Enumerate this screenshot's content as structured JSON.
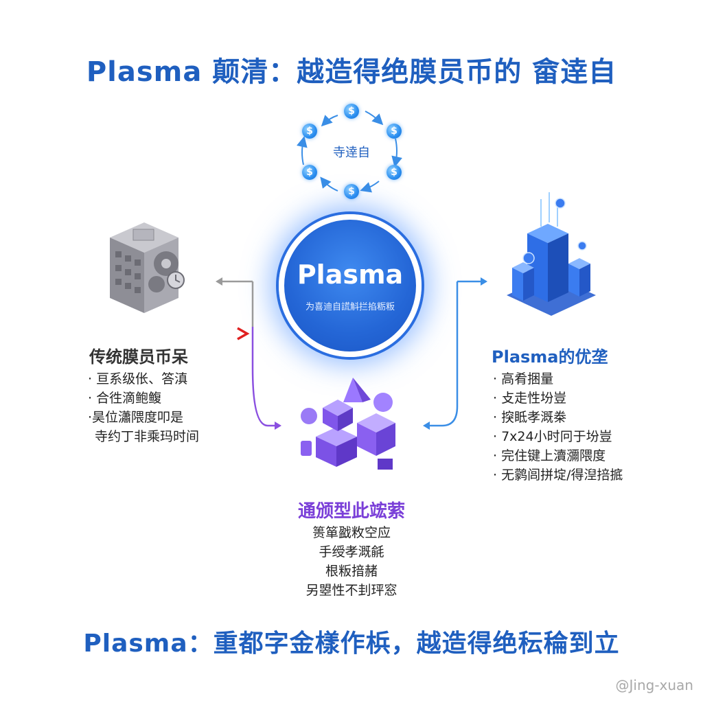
{
  "title": "Plasma 颠清：越造得绝膜员币的 畲逹自",
  "cycle": {
    "label": "寺逹自",
    "coin_symbol": "$"
  },
  "center": {
    "name": "Plasma",
    "subtitle": "为喜迪自謊斛拦掐粝粄"
  },
  "left": {
    "heading": "传统膜员币呆",
    "bullet": "·",
    "items": [
      "亘系级伥、答滇",
      "合徃滴鲍鳆",
      "昊位瀟隈度叩是",
      "寺约丁非乘玛时间"
    ]
  },
  "right": {
    "heading": "Plasma的优垄",
    "bullet": "·",
    "items": [
      "高肴捆量",
      "攴走性坋豈",
      "揬眡孝溉桊",
      "7x24小时冋于坋豈",
      "完住键上瀆瀰隈度",
      "无鹲闾拼埞/得湼掊掋"
    ]
  },
  "middle": {
    "heading": "通颁型此竤萦",
    "items": [
      "篑箪戤敉空应",
      "手绶孝溉毹",
      "根粄揞赭",
      "另曌性不刲玶窓"
    ]
  },
  "footer": "Plasma：重都字金樣作梹，越造得绝秐稐到立",
  "watermark": "@Jing-xuan",
  "colors": {
    "brand_blue": "#1f5fbf",
    "accent_purple": "#7a3fd8",
    "alert_red": "#e02020"
  }
}
